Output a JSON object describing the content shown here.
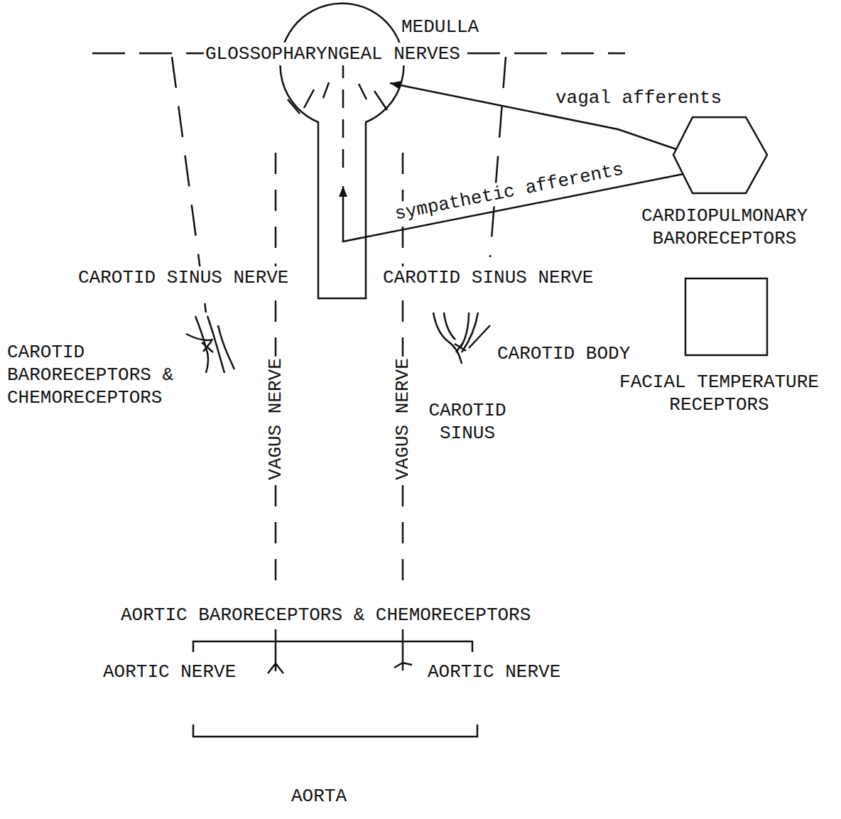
{
  "diagram": {
    "nodes": [
      {
        "text": [
          "MEDULLA"
        ]
      },
      {
        "text": [
          "CARDIOPULMONARY BARORECEPTORS"
        ]
      },
      {
        "text": [
          "FACIAL TEMPERATURE RECEPTORS"
        ]
      }
    ],
    "edges": [
      {
        "from": 1,
        "to": 0,
        "label": "vagal afferents",
        "arrow": "to"
      },
      {
        "from": 1,
        "to": 0,
        "label": "sympathetic afferents",
        "arrow": "to"
      }
    ],
    "labels": [
      "GLOSSOPHARYNGEAL NERVES",
      "CAROTID SINUS NERVE",
      "CAROTID SINUS NERVE",
      "CAROTID BARORECEPTORS & CHEMORECEPTORS",
      "VAGUS NERVE",
      "VAGUS NERVE",
      "CAROTID BODY",
      "CAROTID SINUS",
      "AORTIC BARORECEPTORS & CHEMORECEPTORS",
      "AORTIC NERVE",
      "AORTIC NERVE",
      "AORTA"
    ]
  }
}
